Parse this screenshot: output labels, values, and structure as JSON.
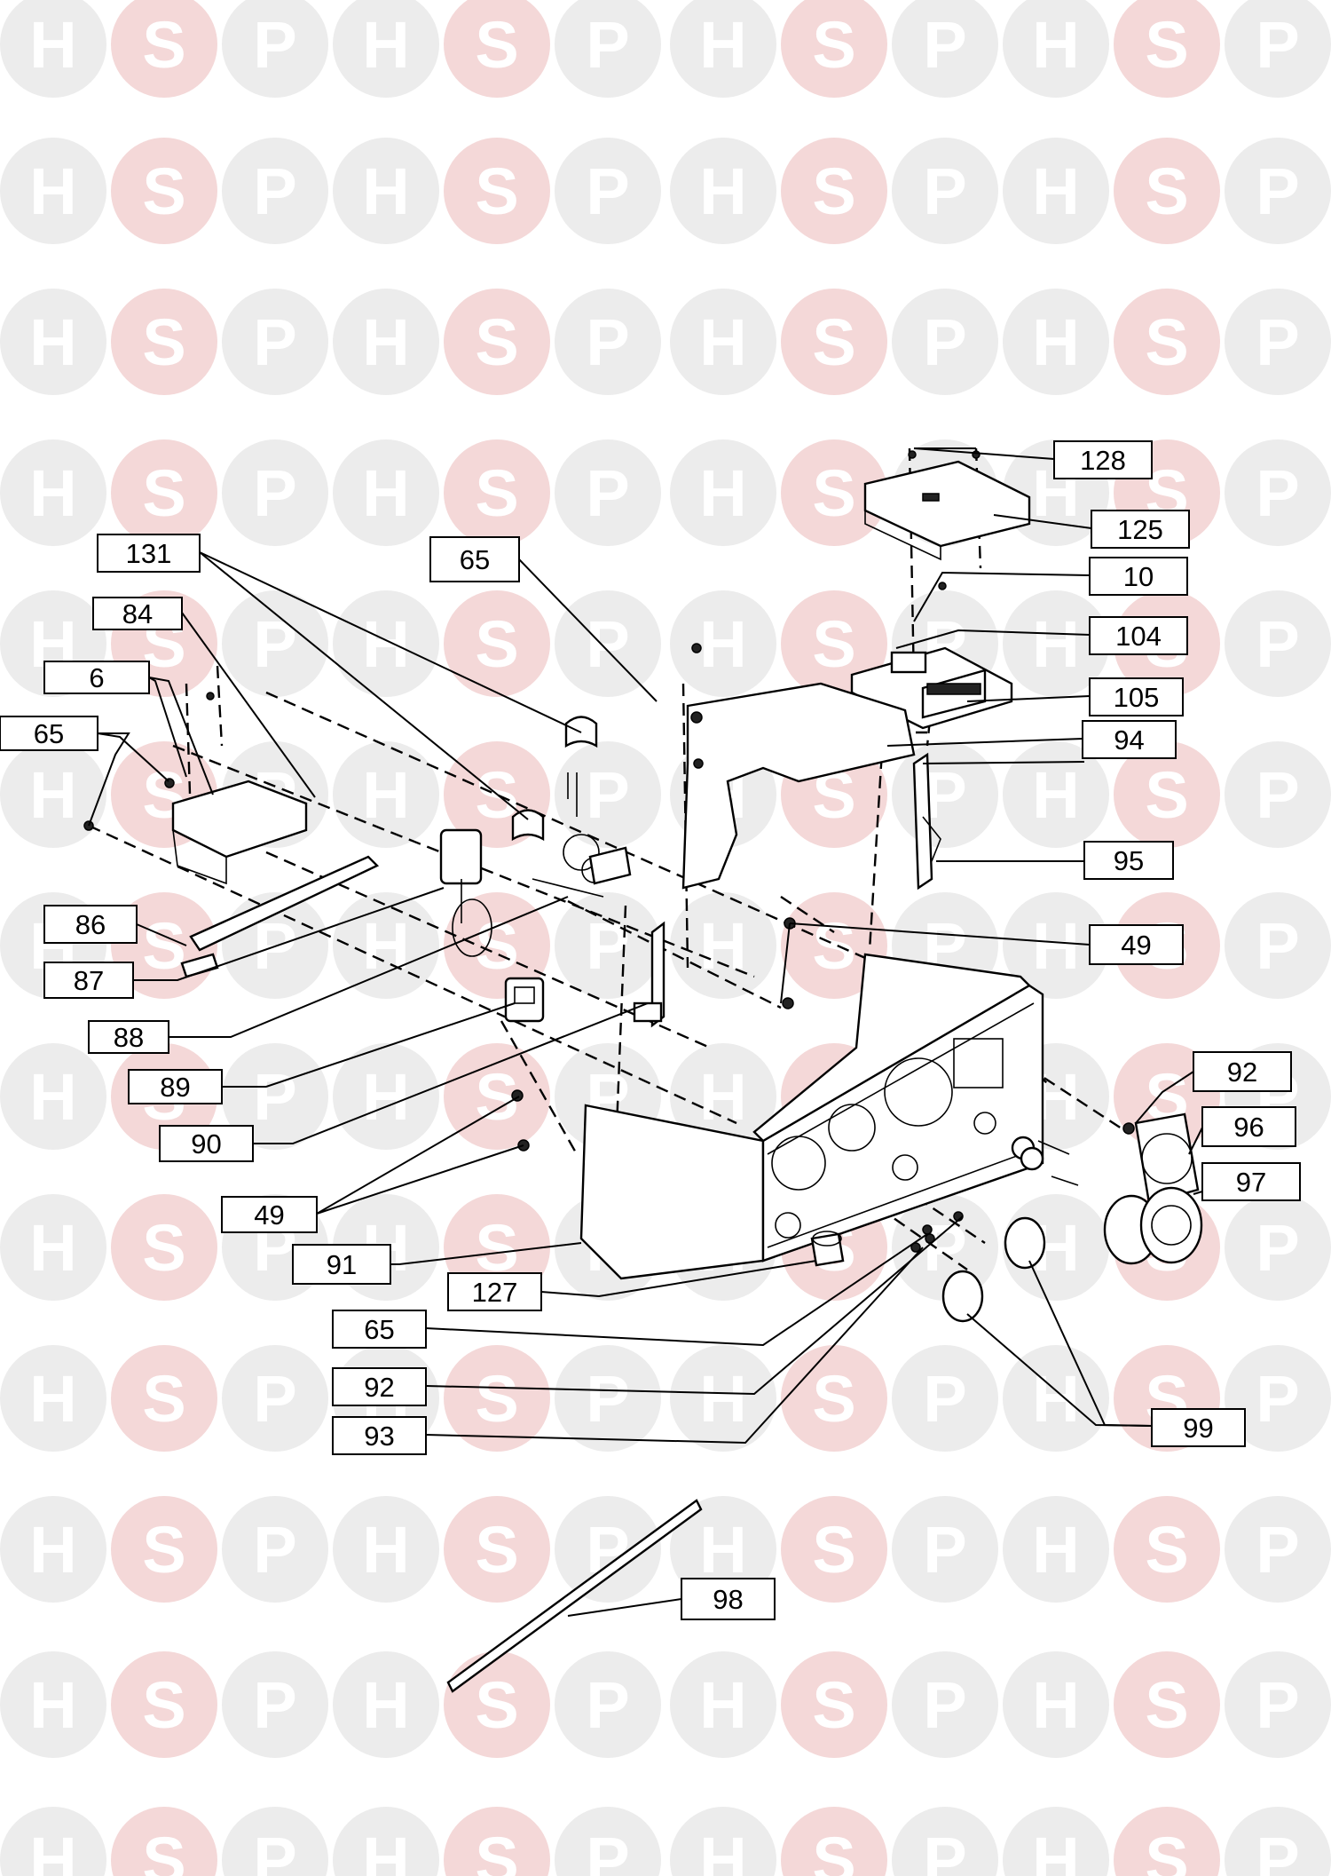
{
  "watermark": {
    "letters": [
      "H",
      "S",
      "P"
    ],
    "colors": {
      "circle": "#ececec",
      "letter": "#ffffff",
      "s_circle": "#f4d8d8"
    }
  },
  "callouts": [
    {
      "id": "c128a",
      "label": "128"
    },
    {
      "id": "c125",
      "label": "125"
    },
    {
      "id": "c131",
      "label": "131"
    },
    {
      "id": "c65a",
      "label": "65"
    },
    {
      "id": "c10",
      "label": "10"
    },
    {
      "id": "c84",
      "label": "84"
    },
    {
      "id": "c104",
      "label": "104"
    },
    {
      "id": "c6",
      "label": "6"
    },
    {
      "id": "c105",
      "label": "105"
    },
    {
      "id": "c65b",
      "label": "65"
    },
    {
      "id": "c94",
      "label": "94"
    },
    {
      "id": "c95",
      "label": "95"
    },
    {
      "id": "c86",
      "label": "86"
    },
    {
      "id": "c49a",
      "label": "49"
    },
    {
      "id": "c87",
      "label": "87"
    },
    {
      "id": "c88",
      "label": "88"
    },
    {
      "id": "c89",
      "label": "89"
    },
    {
      "id": "c92a",
      "label": "92"
    },
    {
      "id": "c96",
      "label": "96"
    },
    {
      "id": "c90",
      "label": "90"
    },
    {
      "id": "c97",
      "label": "97"
    },
    {
      "id": "c49b",
      "label": "49"
    },
    {
      "id": "c91",
      "label": "91"
    },
    {
      "id": "c127",
      "label": "127"
    },
    {
      "id": "c65c",
      "label": "65"
    },
    {
      "id": "c92b",
      "label": "92"
    },
    {
      "id": "c99",
      "label": "99"
    },
    {
      "id": "c93",
      "label": "93"
    },
    {
      "id": "c98",
      "label": "98"
    }
  ]
}
